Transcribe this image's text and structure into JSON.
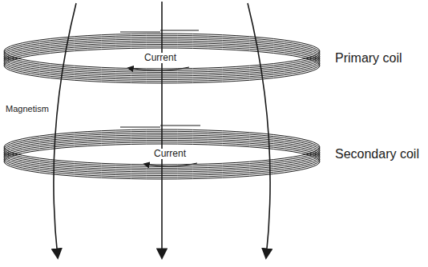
{
  "diagram": {
    "labels": [
      "Current",
      "Primary coil",
      "Magnetism",
      "Current",
      "Secondary coil"
    ]
  }
}
